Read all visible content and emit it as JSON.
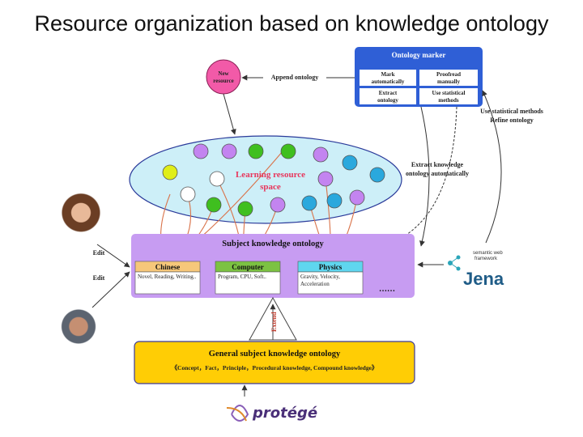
{
  "title": "Resource organization based on knowledge ontology",
  "new_resource": {
    "line1": "New",
    "line2": "resource"
  },
  "append_ontology": "Append ontology",
  "ontology_marker": {
    "title": "Ontology marker",
    "cells": [
      {
        "line1": "Mark",
        "line2": "automatically"
      },
      {
        "line1": "Proofread",
        "line2": "manually"
      },
      {
        "line1": "Extract",
        "line2": "ontology"
      },
      {
        "line1": "Use statistical",
        "line2": "methods"
      }
    ]
  },
  "statistical_note": {
    "line1": "Use statistical methods",
    "line2": "Refine ontology"
  },
  "extract_note": {
    "line1": "Extract knowledge",
    "line2": "ontology automatically"
  },
  "learning_space": {
    "line1": "Learning resource",
    "line2": "space"
  },
  "subject_ontology": {
    "title": "Subject knowledge ontology",
    "subjects": [
      {
        "name": "Chinese",
        "desc": "Novel, Reading, Writing..",
        "header_color": "#f6c77a"
      },
      {
        "name": "Computer",
        "desc": "Program, CPU, Soft..",
        "header_color": "#7cc242"
      },
      {
        "name": "Physics",
        "desc": "Gravity, Velocity, Acceleration",
        "header_color": "#5fd6ef"
      }
    ],
    "more": "……"
  },
  "edit_labels": [
    "Edit",
    "Edit"
  ],
  "extend_label": "Extend",
  "general_ontology": {
    "title": "General subject knowledge ontology",
    "subtitle": "《Concept，Fact，Principle，Procedural knowledge, Compound knowledge》"
  },
  "jena": {
    "line1": "semantic web",
    "line2": "framework",
    "word": "Jena"
  },
  "protege": "protégé",
  "colors": {
    "marker_blue": "#2f5fd6",
    "ellipse_fill": "#cdeff8",
    "ellipse_stroke": "#2a3a9a",
    "subject_purple": "#c79cf2",
    "general_yellow": "#ffcd05",
    "new_resource_pink": "#f25aa8",
    "link_red": "#d9734a",
    "node_purple": "#c384f0",
    "node_green": "#3fbf1f",
    "node_blue": "#2aa8dd",
    "node_yellow": "#e0ee1a",
    "node_white": "#ffffff"
  }
}
